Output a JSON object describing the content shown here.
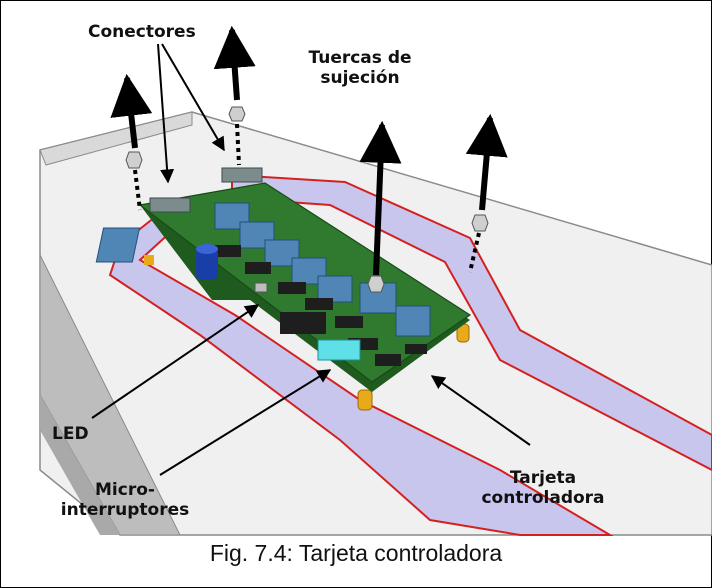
{
  "labels": {
    "conectores": "Conectores",
    "tuercas_1": "Tuercas de",
    "tuercas_2": "sujeción",
    "led": "LED",
    "micro_1": "Micro-",
    "micro_2": "interruptores",
    "tarjeta_1": "Tarjeta",
    "tarjeta_2": "controladora"
  },
  "caption": "Fig. 7.4: Tarjeta controladora",
  "colors": {
    "ribbon_fill": "#c9c6ee",
    "ribbon_edge": "#d42020",
    "pcb_green": "#2f7a2e",
    "connector_blue": "#4f86b6",
    "chip_black": "#1e1e1e",
    "dip_switch": "#5fe0e8",
    "standoff": "#e8a91a",
    "capacitor": "#1a3ea8"
  }
}
